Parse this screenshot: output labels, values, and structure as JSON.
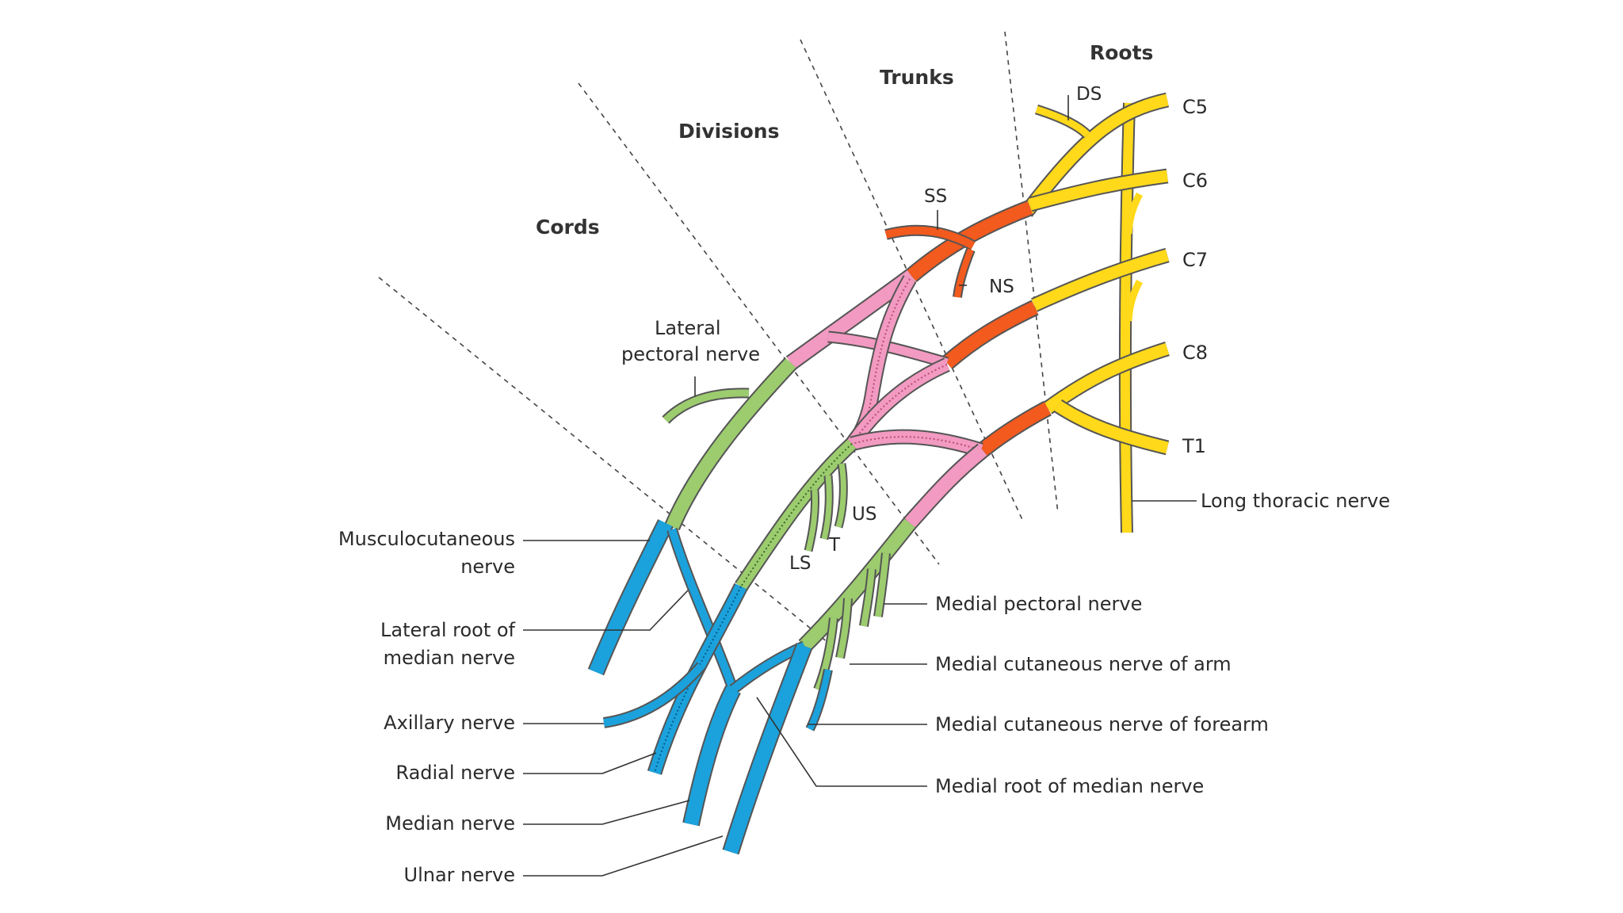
{
  "headers": {
    "roots": "Roots",
    "trunks": "Trunks",
    "divisions": "Divisions",
    "cords": "Cords"
  },
  "roots": [
    "C5",
    "C6",
    "C7",
    "C8",
    "T1"
  ],
  "small_labels": {
    "ds": "DS",
    "ss": "SS",
    "ns": "NS",
    "us": "US",
    "t": "T",
    "ls": "LS"
  },
  "lateral_pectoral": [
    "Lateral",
    "pectoral nerve"
  ],
  "long_thoracic": "Long thoracic nerve",
  "left_labels": {
    "musculocutaneous": [
      "Musculocutaneous",
      "nerve"
    ],
    "lateral_root": [
      "Lateral root of",
      "median nerve"
    ],
    "axillary": "Axillary nerve",
    "radial": "Radial nerve",
    "median": "Median nerve",
    "ulnar": "Ulnar nerve"
  },
  "right_labels": {
    "medial_pectoral": "Medial pectoral nerve",
    "med_cut_arm": "Medial cutaneous nerve of arm",
    "med_cut_forearm": "Medial cutaneous nerve of forearm",
    "medial_root": "Medial root of median nerve"
  },
  "colors": {
    "roots": "#ffd91a",
    "trunks": "#f25a1e",
    "divisions": "#f29ac1",
    "cords": "#9ccc6e",
    "terminal": "#1ba2dc"
  }
}
